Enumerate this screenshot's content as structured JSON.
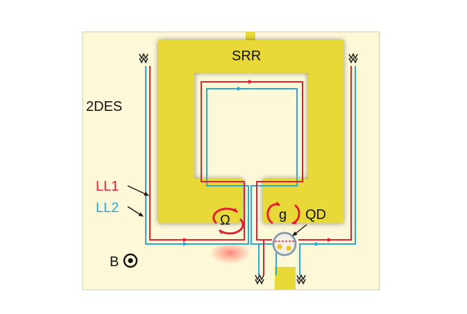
{
  "labels": {
    "srr": "SRR",
    "two_des": "2DES",
    "ll1": "LL1",
    "ll2": "LL2",
    "b_field": "B",
    "omega": "Ω",
    "g": "g",
    "qd": "QD"
  },
  "colors": {
    "substrate": "#fdf8d8",
    "substrate_border": "#cfcab0",
    "metal": "#e8d838",
    "ll1": "#e02030",
    "ll2": "#2aa8d8",
    "arrow_label": "#e02030",
    "text": "#111111"
  },
  "icons": [
    "ohmic-contact-icon",
    "b-field-out-of-page-icon",
    "rotation-arrow-icon",
    "quantum-dot-icon"
  ]
}
